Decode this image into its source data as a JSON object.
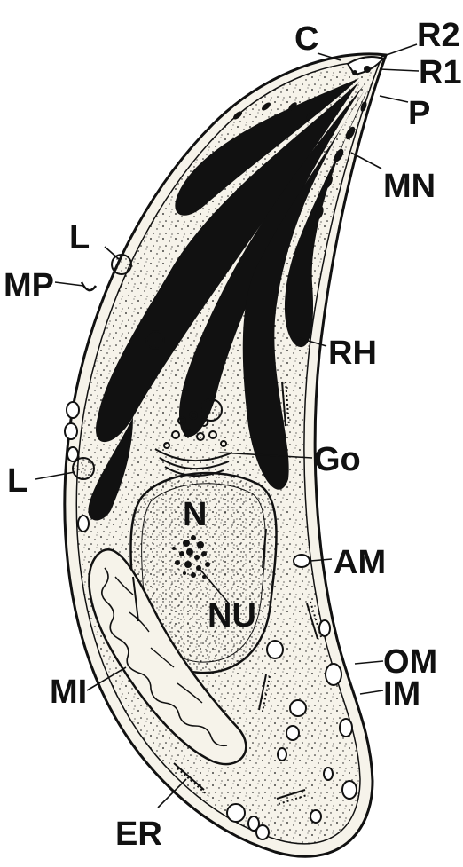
{
  "labels": {
    "c": "C",
    "r2": "R2",
    "r1": "R1",
    "p": "P",
    "mn": "MN",
    "l_top": "L",
    "mp": "MP",
    "rh": "RH",
    "go": "Go",
    "l_mid": "L",
    "n": "N",
    "am": "AM",
    "nu": "NU",
    "om": "OM",
    "mi": "MI",
    "im": "IM",
    "er": "ER"
  },
  "colors": {
    "ink": "#111111",
    "cytoplasm": "#f6f3ea",
    "paper": "#ffffff"
  }
}
